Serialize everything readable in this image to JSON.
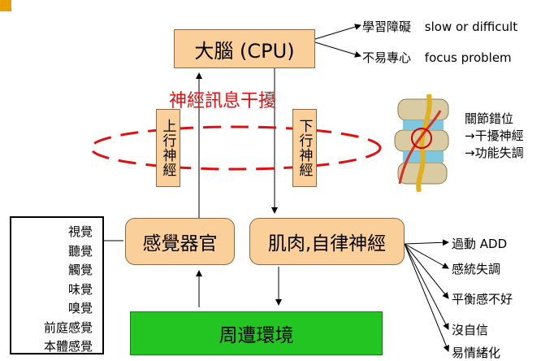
{
  "corner_mark": "",
  "nodes": {
    "brain": "大腦 (CPU)",
    "ascending": "上行神經",
    "descending": "下行神經",
    "interference": "神經訊息干擾",
    "sensory": "感覺器官",
    "muscle": "肌肉,自律神經",
    "environment": "周遭環境"
  },
  "brain_outputs": [
    {
      "zh": "學習障礙",
      "en": "slow or difficult"
    },
    {
      "zh": "不易專心",
      "en": "focus problem"
    }
  ],
  "spine_notes": [
    "關節錯位",
    "→干擾神經",
    "→功能失調"
  ],
  "senses": [
    "視覺",
    "聽覺",
    "觸覺",
    "味覺",
    "嗅覺",
    "前庭感覺",
    "本體感覺"
  ],
  "outcomes": [
    "過動 ADD",
    "感統失調",
    "平衡感不好",
    "沒自信",
    "易情緒化"
  ],
  "colors": {
    "box_fill": "#fbcf9a",
    "environment_fill": "#22c522",
    "ellipse": "#e01010",
    "marker": "#e8a000"
  }
}
